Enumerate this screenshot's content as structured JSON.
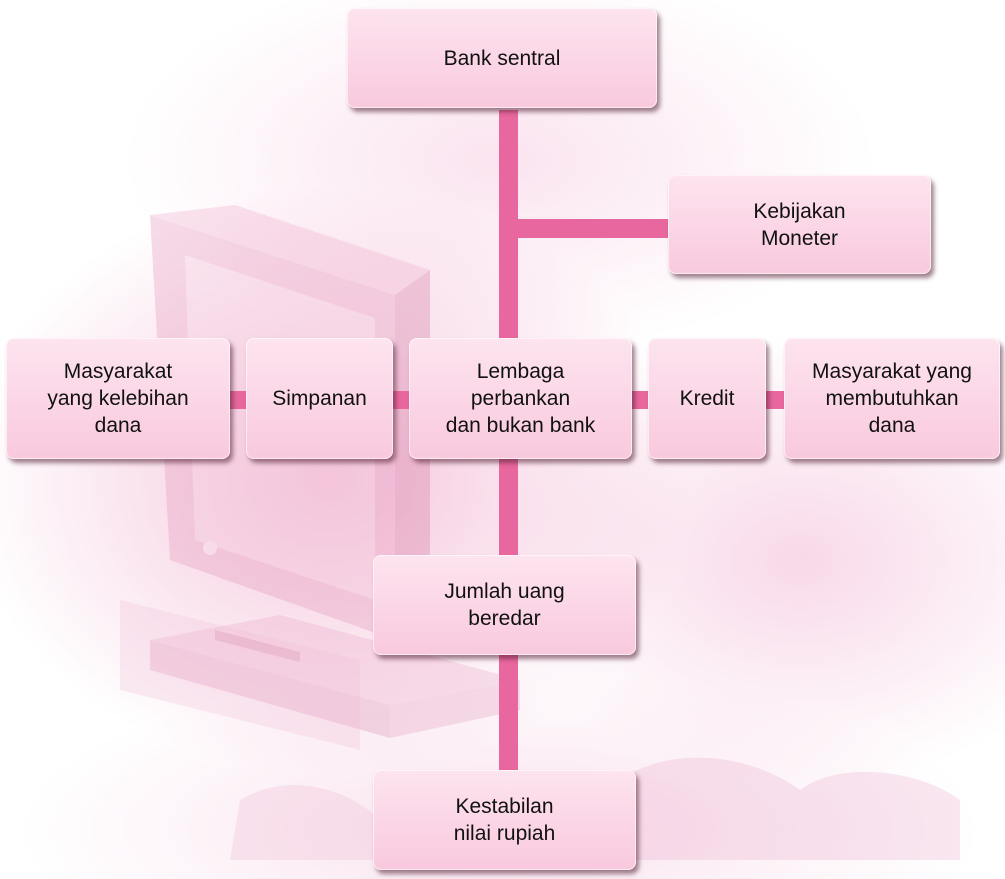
{
  "diagram": {
    "nodes": {
      "bank_sentral": "Bank sentral",
      "kebijakan_moneter": "Kebijakan\nMoneter",
      "masyarakat_kelebihan": "Masyarakat\nyang kelebihan\ndana",
      "simpanan": "Simpanan",
      "lembaga": "Lembaga\nperbankan\ndan bukan bank",
      "kredit": "Kredit",
      "masyarakat_membutuhkan": "Masyarakat yang\nmembutuhkan\ndana",
      "jumlah_uang": "Jumlah uang\nberedar",
      "kestabilan": "Kestabilan\nnilai rupiah"
    },
    "colors": {
      "connector": "#e8679e",
      "node_fill_top": "#fde4ef",
      "node_fill_bottom": "#f9c9de",
      "background_tint": "#f4b6d2"
    },
    "background_art": [
      "computer-monitor",
      "keyboard",
      "world-map"
    ]
  }
}
